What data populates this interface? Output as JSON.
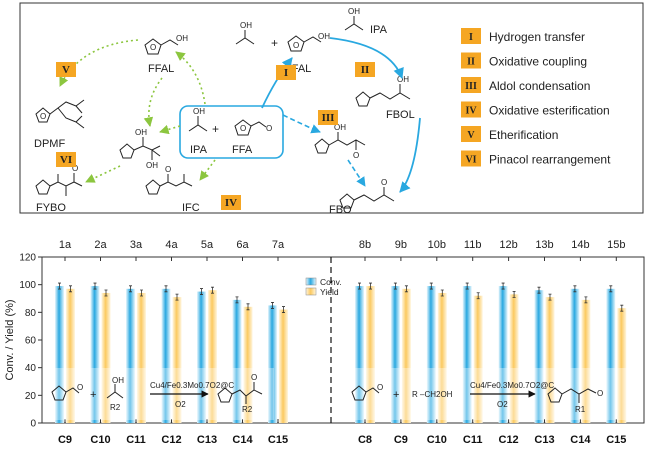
{
  "scheme": {
    "center": {
      "reagent1": "IPA",
      "plus": "+",
      "reagent2": "FFA"
    },
    "compounds": {
      "ffal_left": "FFAL",
      "ffal_right": "FFAL",
      "ipa_top": "IPA",
      "dpmf": "DPMF",
      "fybo": "FYBO",
      "ifc": "IFC",
      "fbol": "FBOL",
      "fbo": "FBO",
      "plus_top": "+"
    },
    "atom_labels": {
      "oh": "OH",
      "o": "O"
    },
    "badges": [
      "I",
      "II",
      "III",
      "IV",
      "V",
      "VI"
    ],
    "legend": [
      {
        "roman": "I",
        "text": "Hydrogen transfer"
      },
      {
        "roman": "II",
        "text": "Oxidative coupling"
      },
      {
        "roman": "III",
        "text": "Aldol condensation"
      },
      {
        "roman": "IV",
        "text": "Oxidative esterification"
      },
      {
        "roman": "V",
        "text": "Etherification"
      },
      {
        "roman": "VI",
        "text": "Pinacol rearrangement"
      }
    ],
    "colors": {
      "blue_arrow": "#29a8e0",
      "green_arrow": "#8cc63f",
      "badge": "#f5a623",
      "box": "#29a8e0"
    }
  },
  "reaction_overlay": {
    "left": {
      "plus": "+",
      "r_label": "R2",
      "oh": "OH",
      "catalyst": "Cu4/Fe0.3Mo0.7O2@C",
      "o2": "O2",
      "product_r": "R2"
    },
    "right": {
      "plus": "+",
      "r_label": "R",
      "alcohol_tail": "–CH2OH",
      "catalyst": "Cu4/Fe0.3Mo0.7O2@C",
      "o2": "O2",
      "product_r": "R1"
    }
  },
  "chart_data": {
    "type": "bar",
    "ylabel": "Conv. / Yield (%)",
    "ylim": [
      0,
      120
    ],
    "yticks": [
      0,
      20,
      40,
      60,
      80,
      100,
      120
    ],
    "legend": [
      "Conv.",
      "Yield"
    ],
    "legend_position": "top-center",
    "colors": {
      "conv": "#29a8e0",
      "yield": "#fbc95f"
    },
    "groups": [
      {
        "top_labels": [
          "1a",
          "2a",
          "3a",
          "4a",
          "5a",
          "6a",
          "7a"
        ],
        "bottom_labels": [
          "C9",
          "C10",
          "C11",
          "C12",
          "C13",
          "C14",
          "C15"
        ],
        "series": [
          {
            "name": "Conv.",
            "values": [
              99,
              99,
              97,
              97,
              95,
              89,
              85
            ]
          },
          {
            "name": "Yield",
            "values": [
              97,
              94,
              94,
              91,
              96,
              84,
              82
            ]
          }
        ]
      },
      {
        "top_labels": [
          "8b",
          "9b",
          "10b",
          "11b",
          "12b",
          "13b",
          "14b",
          "15b"
        ],
        "bottom_labels": [
          "C8",
          "C9",
          "C10",
          "C11",
          "C12",
          "C13",
          "C14",
          "C15"
        ],
        "series": [
          {
            "name": "Conv.",
            "values": [
              99,
              99,
              99,
              99,
              99,
              96,
              97,
              97
            ]
          },
          {
            "name": "Yield",
            "values": [
              99,
              97,
              94,
              92,
              93,
              91,
              89,
              83
            ]
          }
        ]
      }
    ]
  }
}
